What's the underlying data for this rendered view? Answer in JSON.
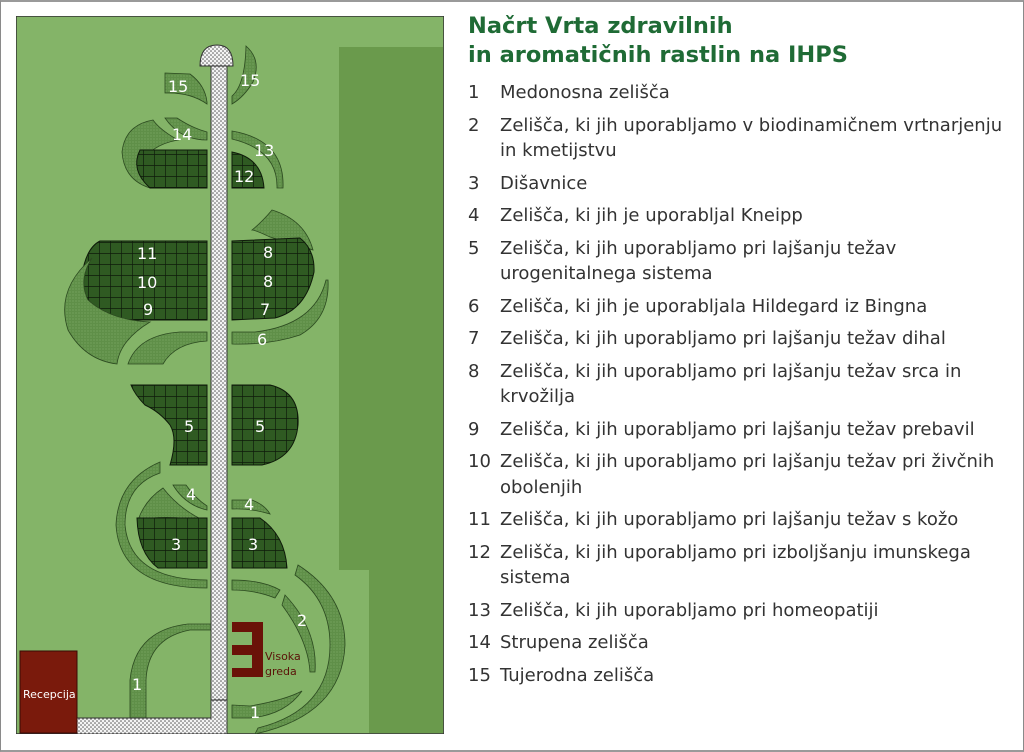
{
  "title_line1": "Načrt Vrta zdravilnih",
  "title_line2": "in aromatičnih rastlin na IHPS",
  "legend": [
    {
      "num": "1",
      "text": "Medonosna zelišča"
    },
    {
      "num": "2",
      "text": "Zelišča, ki jih uporabljamo v biodinamičnem vrtnarjenju in kmetijstvu"
    },
    {
      "num": "3",
      "text": "Dišavnice"
    },
    {
      "num": "4",
      "text": "Zelišča, ki jih je uporabljal Kneipp"
    },
    {
      "num": "5",
      "text": "Zelišča, ki jih uporabljamo pri lajšanju težav urogenitalnega sistema"
    },
    {
      "num": "6",
      "text": "Zelišča, ki jih je uporabljala Hildegard iz Bingna"
    },
    {
      "num": "7",
      "text": "Zelišča, ki jih uporabljamo pri lajšanju težav dihal"
    },
    {
      "num": "8",
      "text": "Zelišča, ki jih uporabljamo pri lajšanju težav srca in krvožilja"
    },
    {
      "num": "9",
      "text": "Zelišča, ki jih uporabljamo pri lajšanju težav prebavil"
    },
    {
      "num": "10",
      "text": "Zelišča, ki jih uporabljamo pri lajšanju težav pri živčnih obolenjih"
    },
    {
      "num": "11",
      "text": "Zelišča, ki jih uporabljamo pri lajšanju težav s kožo"
    },
    {
      "num": "12",
      "text": "Zelišča, ki jih uporabljamo pri izboljšanju imunskega sistema"
    },
    {
      "num": "13",
      "text": "Zelišča, ki jih uporabljamo pri homeopatiji"
    },
    {
      "num": "14",
      "text": "Strupena zelišča"
    },
    {
      "num": "15",
      "text": "Tujerodna zelišča"
    }
  ],
  "map": {
    "reception_label": "Recepcija",
    "raised_bed_line1": "Visoka",
    "raised_bed_line2": "greda",
    "bed_labels": {
      "b15l": "15",
      "b15r": "15",
      "b14": "14",
      "b13": "13",
      "b12": "12",
      "b11": "11",
      "b10": "10",
      "b9": "9",
      "b8a": "8",
      "b8b": "8",
      "b7": "7",
      "b6": "6",
      "b5l": "5",
      "b5r": "5",
      "b4l": "4",
      "b4r": "4",
      "b3l": "3",
      "b3r": "3",
      "b2": "2",
      "b1l": "1",
      "b1r": "1"
    }
  },
  "colors": {
    "lawn": "#84b468",
    "lawn_dark": "#6a9a4c",
    "bed_dark": "#2f5a22",
    "bed_light": "#5f8f48",
    "path": "#f2f2f2",
    "reception": "#7a1a0c",
    "title": "#1f6b35"
  }
}
